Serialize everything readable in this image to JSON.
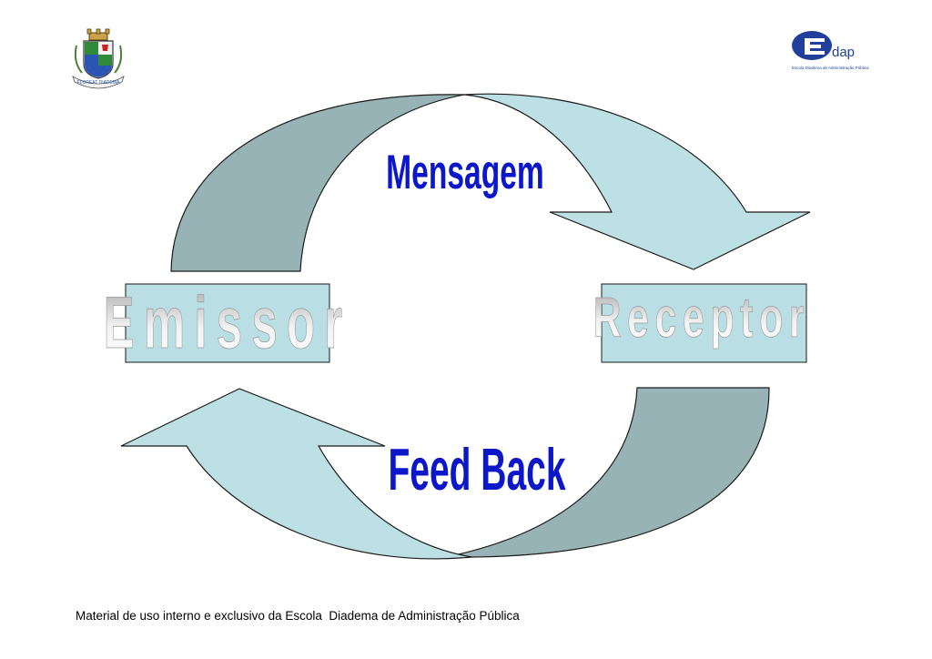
{
  "diagram": {
    "message_label": "Mensagem",
    "feedback_label": "Feed Back",
    "sender_label": "Emissor",
    "receiver_label": "Receptor"
  },
  "logos": {
    "crest_motto": "FLOREAT DIADEMA",
    "edap_text": "dap",
    "edap_subtitle": "Escola Diadema de Administração Pública"
  },
  "footer": {
    "text": "Material de uso interno e exclusivo da Escola  Diadema de Administração Pública"
  },
  "colors": {
    "arrow_light": "#bde0e4",
    "arrow_dark": "#98b3b6",
    "box_fill": "#b9dfe4",
    "label_blue": "#0b17c8",
    "edap_blue": "#1f3f9a"
  }
}
